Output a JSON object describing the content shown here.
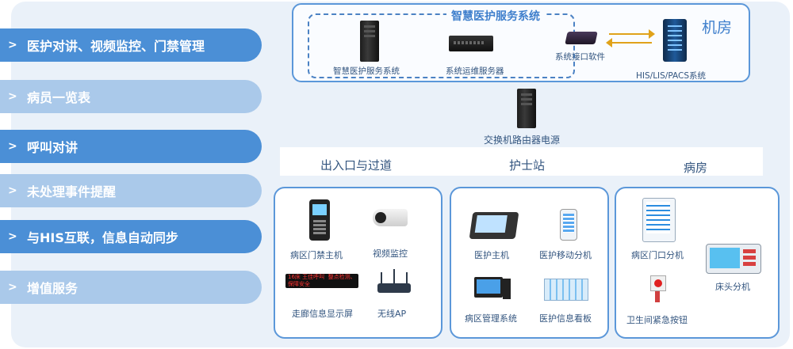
{
  "menu": [
    {
      "label": "医护对讲、视频监控、门禁管理",
      "style": "dark"
    },
    {
      "label": "病员一览表",
      "style": "light"
    },
    {
      "label": "呼叫对讲",
      "style": "dark"
    },
    {
      "label": "未处理事件提醒",
      "style": "light"
    },
    {
      "label": "与HIS互联，信息自动同步",
      "style": "dark"
    },
    {
      "label": "增值服务",
      "style": "light"
    }
  ],
  "server_room": {
    "label": "机房",
    "group_title": "智慧医护服务系统",
    "devices": {
      "smart_server": "智慧医护服务系统",
      "ops_server": "系统运维服务器",
      "interface": "系统接口软件",
      "his": "HIS/LIS/PACS系统"
    }
  },
  "switch": {
    "label": "交换机路由器电源"
  },
  "locations": {
    "entrance": "出入口与过道",
    "nurse_station": "护士站",
    "ward": "病房"
  },
  "groups": {
    "entrance": {
      "door_host": "病区门禁主机",
      "video": "视频监控",
      "led_text": "16床 王佳呼叫  整点检测、保障安全",
      "corridor_display": "走廊信息显示屏",
      "wireless_ap": "无线AP"
    },
    "nurse": {
      "host": "医护主机",
      "mobile": "医护移动分机",
      "mgmt": "病区管理系统",
      "board": "医护信息看板"
    },
    "ward": {
      "door_ext": "病区门口分机",
      "bed_ext": "床头分机",
      "emergency": "卫生间紧急按钮"
    }
  }
}
